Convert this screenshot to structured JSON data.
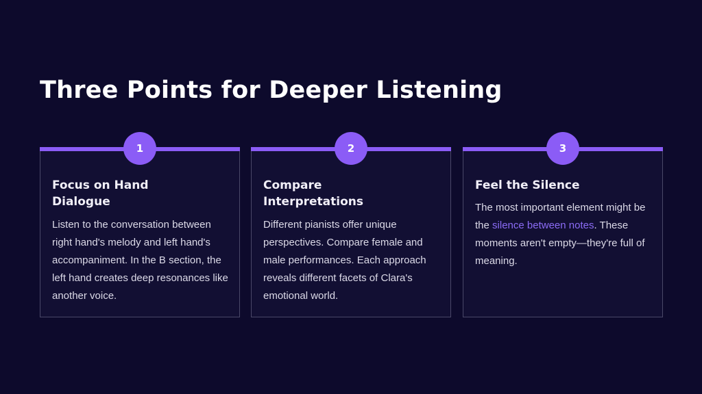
{
  "slide": {
    "title": "Three Points for Deeper Listening"
  },
  "cards": [
    {
      "number": "1",
      "title": "Focus on Hand Dialogue",
      "body": "Listen to the conversation between right hand's melody and left hand's accompaniment. In the B section, the left hand creates deep resonances like another voice."
    },
    {
      "number": "2",
      "title": "Compare Interpretations",
      "body": "Different pianists offer unique perspectives. Compare female and male performances. Each approach reveals different facets of Clara's emotional world."
    },
    {
      "number": "3",
      "title": "Feel the Silence",
      "body_before": "The most important element might be the ",
      "body_highlight": "silence between notes",
      "body_after": ". These moments aren't empty—they're full of meaning."
    }
  ],
  "colors": {
    "background": "#0d0a2c",
    "accent": "#8b5cf6",
    "card_border": "#4a4868",
    "highlight_text": "#8b6cf6"
  }
}
